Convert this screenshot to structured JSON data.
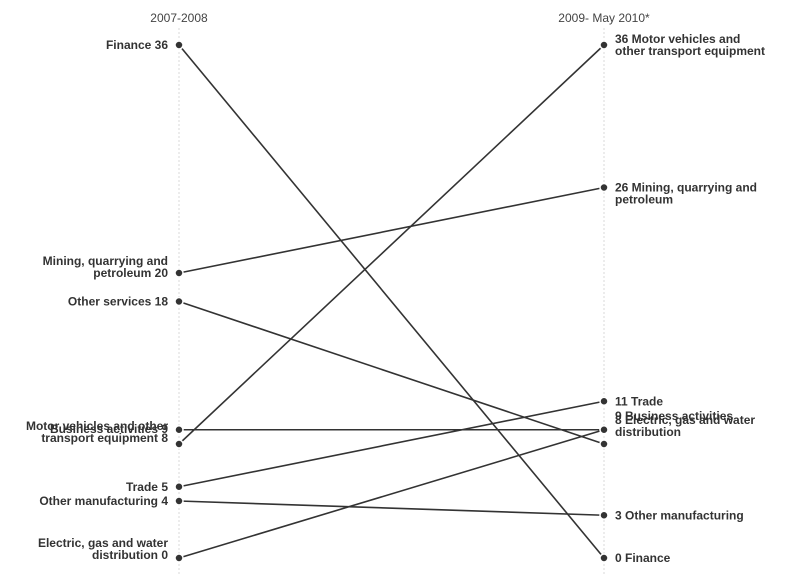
{
  "chart_data": {
    "type": "slope",
    "columns": [
      "2007-2008",
      "2009- May 2010*"
    ],
    "y_range": [
      0,
      36
    ],
    "color": "#333333",
    "series": [
      {
        "name": "Finance",
        "left": 36,
        "right": 0,
        "left_label": [
          "Finance 36"
        ],
        "right_label": [
          "0 Finance"
        ]
      },
      {
        "name": "Mining, quarrying and petroleum",
        "left": 20,
        "right": 26,
        "left_label": [
          "Mining, quarrying and",
          "petroleum 20"
        ],
        "right_label": [
          "26 Mining, quarrying and",
          "petroleum"
        ]
      },
      {
        "name": "Other services",
        "left": 18,
        "right": 8,
        "left_label": [
          "Other services 18"
        ],
        "right_label": []
      },
      {
        "name": "Business activities",
        "left": 9,
        "right": 9,
        "left_label": [
          "Business activities 9"
        ],
        "right_label": [
          "9 Business activities"
        ]
      },
      {
        "name": "Motor vehicles and other transport equipment",
        "left": 8,
        "right": 36,
        "left_label": [
          "Motor vehicles and other",
          "transport equipment 8"
        ],
        "right_label": [
          "36 Motor vehicles and",
          "other transport equipment"
        ]
      },
      {
        "name": "Trade",
        "left": 5,
        "right": 11,
        "left_label": [
          "Trade 5"
        ],
        "right_label": [
          "11 Trade"
        ]
      },
      {
        "name": "Other manufacturing",
        "left": 4,
        "right": 3,
        "left_label": [
          "Other manufacturing 4"
        ],
        "right_label": [
          "3 Other manufacturing"
        ]
      },
      {
        "name": "Electric, gas and water distribution",
        "left": 0,
        "right": 9,
        "left_label": [
          "Electric, gas and water",
          "distribution 0"
        ],
        "right_label": [
          "8 Electric, gas and water",
          "distribution"
        ]
      }
    ]
  }
}
